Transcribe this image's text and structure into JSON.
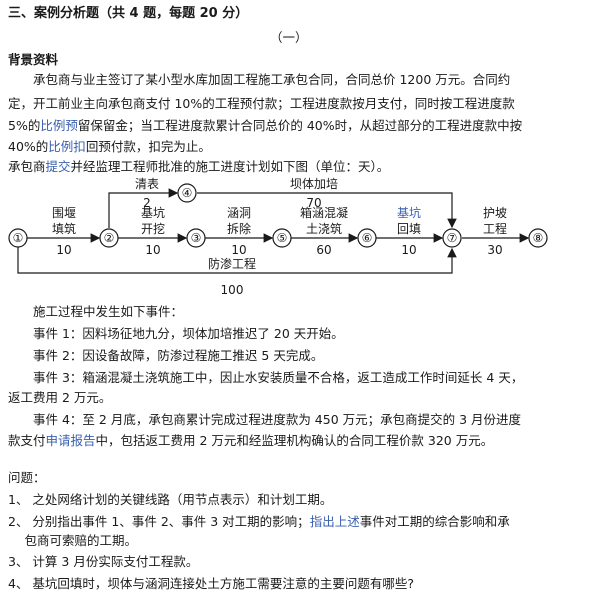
{
  "section": {
    "title": "三、案例分析题（共 4 题，每题 20 分）",
    "number": "（一）"
  },
  "background": {
    "heading": "背景资料",
    "p1": [
      {
        "t": "　　承包商与业主签订了某小型水库加固工程施工承包合同，合同总价 1200 万元。合同约"
      },
      {
        "t": "定，开工前业主向承包商支付 10%的工程预付款；工程进度款按月支付，同时按工程进度款"
      },
      {
        "t": "5%的",
        "h": "比例预",
        "t2": "留保留金；当工程进度款累计合同总价的 40%时，从超过部分的工程进度款中按"
      },
      {
        "t": "40%的",
        "h": "比例扣",
        "t2": "回预付款，扣完为止。"
      },
      {
        "t": "承包商",
        "h": "提交",
        "t2": "并经监理工程师批准的施工进度计划如下图（单位：天）。"
      }
    ]
  },
  "network": {
    "nodes": [
      "①",
      "②",
      "③",
      "④",
      "⑤",
      "⑥",
      "⑦",
      "⑧"
    ],
    "activities": [
      {
        "name1": "围堰",
        "name2": "填筑",
        "duration": "10"
      },
      {
        "name1": "基坑",
        "name2": "开挖",
        "duration": "10"
      },
      {
        "name1": "涵洞",
        "name2": "拆除",
        "duration": "10"
      },
      {
        "name1": "箱涵混凝",
        "name2": "土浇筑",
        "duration": "60"
      },
      {
        "name1": "基坑",
        "name2": "回填",
        "duration": "10"
      },
      {
        "name1": "护坡",
        "name2": "工程",
        "duration": "30"
      },
      {
        "name1": "清表",
        "duration": "2"
      },
      {
        "name1": "坝体加培",
        "duration": "70"
      },
      {
        "name1": "防渗工程",
        "duration": "100"
      }
    ]
  },
  "events": {
    "intro": "　　施工过程中发生如下事件：",
    "lines": [
      {
        "t": "　　事件 1：因料场征地九分，坝体加培推迟了 20 天开始。"
      },
      {
        "t": "　　事件 2：因设备故障，防渗过程施工推迟 5 天完成。"
      },
      {
        "t": "　　事件 3：箱涵混凝土浇筑施工中，因止水安装质量不合格，返工造成工作时间延长 4 天，"
      },
      {
        "t": "返工费用 2 万元。"
      },
      {
        "t": "　　事件 4：至 2 月底，承包商累计完成过程进度款为 450 万元；承包商提交的 3 月份进度"
      },
      {
        "t": "款支付",
        "h": "申请报告",
        "t2": "中，包括返工费用 2 万元和经监理机构确认的合同工程价款 320 万元。"
      }
    ]
  },
  "questions": {
    "heading": "问题：",
    "lines": [
      {
        "t": "1、 之处网络计划的关键线路（用节点表示）和计划工期。"
      },
      {
        "t": "2、 分别指出事件 1、事件 2、事件 3 对工期的影响；",
        "h": "指出上述",
        "t2": "事件对工期的综合影响和承"
      },
      {
        "t": "　 包商可索赔的工期。"
      },
      {
        "t": "3、 计算 3 月份实际支付工程款。"
      },
      {
        "t": "4、 基坑回填时，坝体与涵洞连接处土方施工需要注意的主要问题有哪些?"
      }
    ]
  },
  "colors": {
    "text": "#1a1a1a",
    "highlight": "#3a5fb0"
  }
}
